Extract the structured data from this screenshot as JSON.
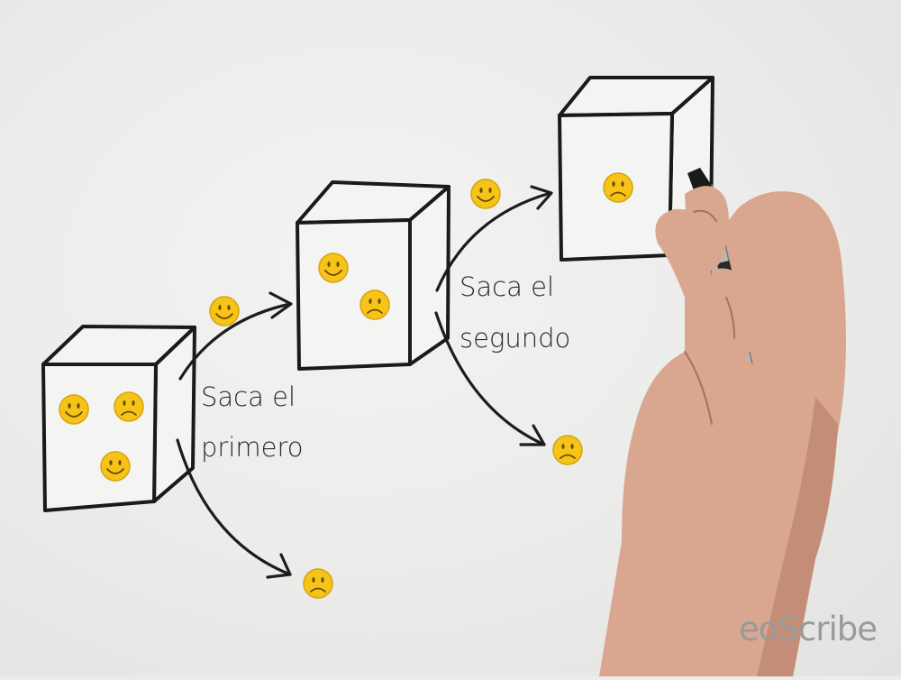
{
  "labels": {
    "first_line1": "Saca el",
    "first_line2": "primero",
    "second_line1": "Saca el",
    "second_line2": "segundo"
  },
  "watermark": "eoScribe",
  "colors": {
    "background": "#ececea",
    "smiley_yellow": "#f6c418",
    "ink": "#1a1a1a",
    "skin": "#d9a690"
  },
  "icons": [
    "happy-face-icon",
    "sad-face-icon",
    "cube",
    "hand-with-marker"
  ],
  "boxes": [
    {
      "name": "box-1",
      "happy": 2,
      "sad": 1
    },
    {
      "name": "box-2",
      "happy": 1,
      "sad": 1
    },
    {
      "name": "box-3",
      "happy": 0,
      "sad": 1
    }
  ]
}
